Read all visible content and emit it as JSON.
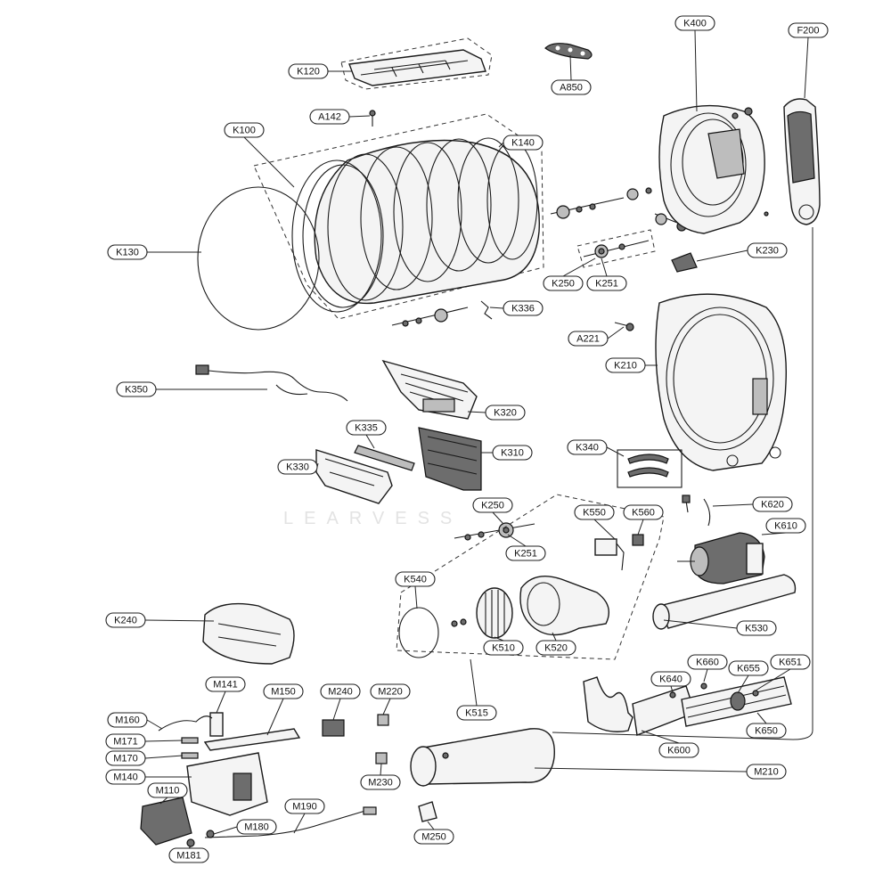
{
  "diagram": {
    "watermark": "LEARVESS",
    "callouts": [
      {
        "id": "K120",
        "text": "K120"
      },
      {
        "id": "A850",
        "text": "A850"
      },
      {
        "id": "K400",
        "text": "K400"
      },
      {
        "id": "F200",
        "text": "F200"
      },
      {
        "id": "A142",
        "text": "A142"
      },
      {
        "id": "K100",
        "text": "K100"
      },
      {
        "id": "K140",
        "text": "K140"
      },
      {
        "id": "K130",
        "text": "K130"
      },
      {
        "id": "K230",
        "text": "K230"
      },
      {
        "id": "K250a",
        "text": "K250"
      },
      {
        "id": "K251a",
        "text": "K251"
      },
      {
        "id": "K336",
        "text": "K336"
      },
      {
        "id": "A221",
        "text": "A221"
      },
      {
        "id": "K210",
        "text": "K210"
      },
      {
        "id": "K350",
        "text": "K350"
      },
      {
        "id": "K320",
        "text": "K320"
      },
      {
        "id": "K335",
        "text": "K335"
      },
      {
        "id": "K310",
        "text": "K310"
      },
      {
        "id": "K330",
        "text": "K330"
      },
      {
        "id": "K340",
        "text": "K340"
      },
      {
        "id": "K620",
        "text": "K620"
      },
      {
        "id": "K250b",
        "text": "K250"
      },
      {
        "id": "K550",
        "text": "K550"
      },
      {
        "id": "K560",
        "text": "K560"
      },
      {
        "id": "K610",
        "text": "K610"
      },
      {
        "id": "K251b",
        "text": "K251"
      },
      {
        "id": "K540",
        "text": "K540"
      },
      {
        "id": "K240",
        "text": "K240"
      },
      {
        "id": "K530",
        "text": "K530"
      },
      {
        "id": "K510",
        "text": "K510"
      },
      {
        "id": "K520",
        "text": "K520"
      },
      {
        "id": "K660",
        "text": "K660"
      },
      {
        "id": "K640",
        "text": "K640"
      },
      {
        "id": "K655",
        "text": "K655"
      },
      {
        "id": "K651",
        "text": "K651"
      },
      {
        "id": "M141",
        "text": "M141"
      },
      {
        "id": "M150",
        "text": "M150"
      },
      {
        "id": "M240",
        "text": "M240"
      },
      {
        "id": "M220",
        "text": "M220"
      },
      {
        "id": "K515",
        "text": "K515"
      },
      {
        "id": "M160",
        "text": "M160"
      },
      {
        "id": "K650",
        "text": "K650"
      },
      {
        "id": "M171",
        "text": "M171"
      },
      {
        "id": "K600",
        "text": "K600"
      },
      {
        "id": "M170",
        "text": "M170"
      },
      {
        "id": "M140",
        "text": "M140"
      },
      {
        "id": "M210",
        "text": "M210"
      },
      {
        "id": "M230",
        "text": "M230"
      },
      {
        "id": "M110",
        "text": "M110"
      },
      {
        "id": "M190",
        "text": "M190"
      },
      {
        "id": "M180",
        "text": "M180"
      },
      {
        "id": "M250",
        "text": "M250"
      },
      {
        "id": "M181",
        "text": "M181"
      }
    ]
  }
}
